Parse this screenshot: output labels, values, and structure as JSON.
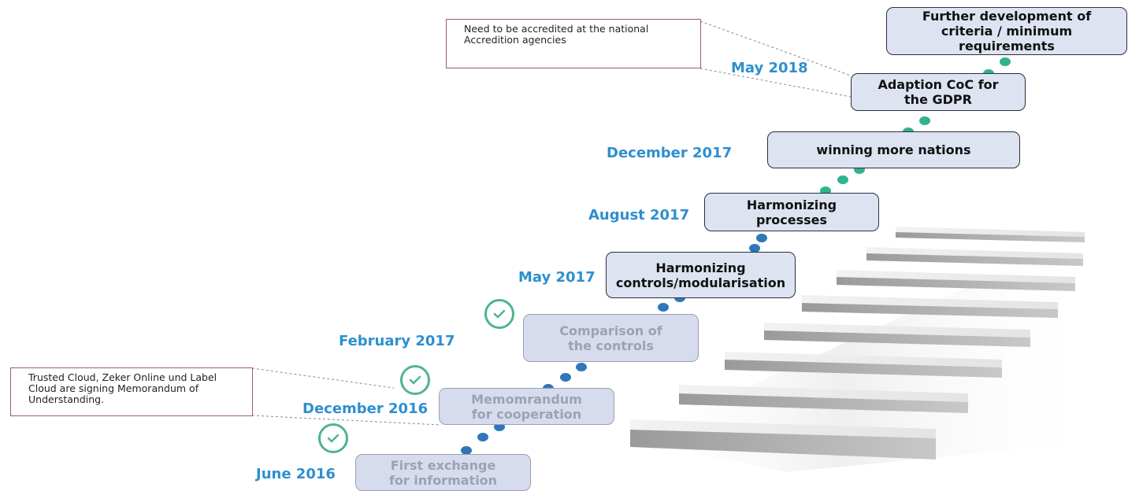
{
  "milestones": [
    {
      "date": "June 2016",
      "label": "First exchange for information",
      "status": "completed"
    },
    {
      "date": "December 2016",
      "label": "Memomrandum for cooperation",
      "status": "completed"
    },
    {
      "date": "February 2017",
      "label": "Comparison of the controls",
      "status": "completed"
    },
    {
      "date": "May 2017",
      "label": "Harmonizing controls/modularisation",
      "status": "upcoming"
    },
    {
      "date": "August 2017",
      "label": "Harmonizing processes",
      "status": "upcoming"
    },
    {
      "date": "December 2017",
      "label": "winning more nations",
      "status": "upcoming"
    },
    {
      "date": "May 2018",
      "label": "Adaption CoC for the GDPR",
      "status": "upcoming"
    },
    {
      "label": "Further development of criteria / minimum requirements",
      "status": "upcoming"
    }
  ],
  "callouts": {
    "accreditation": "Need to be accredited at the national Accredition agencies",
    "memorandum": "Trusted Cloud, Zeker Online und Label Cloud are signing Memorandum of Understanding."
  },
  "colors": {
    "date_text": "#2e8fcf",
    "completed_dot": "#2f77b8",
    "upcoming_dot": "#2fb38e",
    "check": "#4fb392",
    "box_fill": "#dde3f1"
  }
}
